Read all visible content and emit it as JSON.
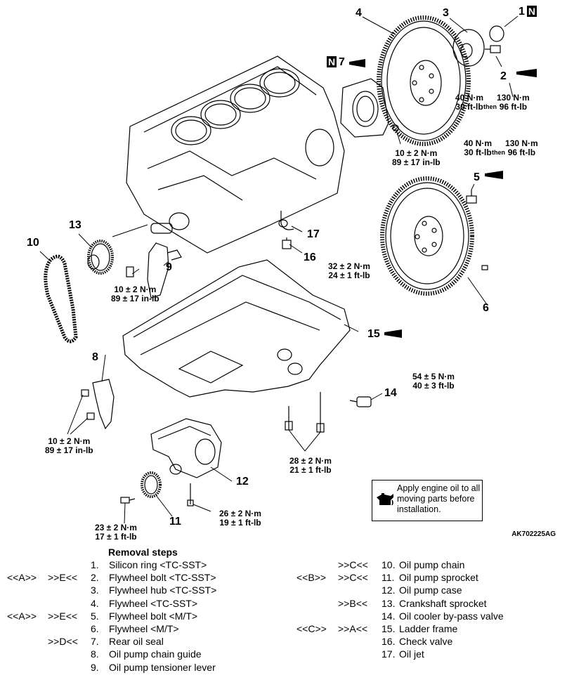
{
  "parts": [
    {
      "no": "1",
      "new": true
    },
    {
      "no": "2"
    },
    {
      "no": "3"
    },
    {
      "no": "4"
    },
    {
      "no": "5"
    },
    {
      "no": "6"
    },
    {
      "no": "7",
      "new": true
    },
    {
      "no": "8"
    },
    {
      "no": "9"
    },
    {
      "no": "10"
    },
    {
      "no": "11"
    },
    {
      "no": "12"
    },
    {
      "no": "13"
    },
    {
      "no": "14"
    },
    {
      "no": "15"
    },
    {
      "no": "16"
    },
    {
      "no": "17"
    }
  ],
  "new_mark": "N",
  "torques": {
    "t2_a": [
      "40 N·m",
      "30 ft-lb"
    ],
    "t2_then": "then",
    "t2_b": [
      "130 N·m",
      "96 ft-lb"
    ],
    "t5_a": [
      "40 N·m",
      "30 ft-lb"
    ],
    "t5_then": "then",
    "t5_b": [
      "130 N·m",
      "96 ft-lb"
    ],
    "t7": [
      "10 ± 2 N·m",
      "89 ± 17 in-lb"
    ],
    "t9": [
      "10 ± 2 N·m",
      "89 ± 17 in-lb"
    ],
    "t16": [
      "32 ± 2 N·m",
      "24 ± 1 ft-lb"
    ],
    "t8": [
      "10 ± 2 N·m",
      "89 ± 17 in-lb"
    ],
    "t14": [
      "54 ± 5 N·m",
      "40 ± 3 ft-lb"
    ],
    "t15": [
      "28 ± 2 N·m",
      "21 ± 1 ft-lb"
    ],
    "t12": [
      "26 ± 2 N·m",
      "19 ± 1 ft-lb"
    ],
    "t11": [
      "23 ± 2 N·m",
      "17 ± 1 ft-lb"
    ]
  },
  "note": "Apply engine oil to all moving parts before installation.",
  "figure_id": "AK702225AG",
  "removal": {
    "title": "Removal steps",
    "left": [
      {
        "a": "",
        "b": "",
        "n": "1.",
        "t": "Silicon ring <TC-SST>"
      },
      {
        "a": "<<A>>",
        "b": ">>E<<",
        "n": "2.",
        "t": "Flywheel bolt <TC-SST>"
      },
      {
        "a": "",
        "b": "",
        "n": "3.",
        "t": "Flywheel hub <TC-SST>"
      },
      {
        "a": "",
        "b": "",
        "n": "4.",
        "t": "Flywheel <TC-SST>"
      },
      {
        "a": "<<A>>",
        "b": ">>E<<",
        "n": "5.",
        "t": "Flywheel bolt <M/T>"
      },
      {
        "a": "",
        "b": "",
        "n": "6.",
        "t": "Flywheel <M/T>"
      },
      {
        "a": "",
        "b": ">>D<<",
        "n": "7.",
        "t": "Rear oil seal"
      },
      {
        "a": "",
        "b": "",
        "n": "8.",
        "t": "Oil pump chain guide"
      },
      {
        "a": "",
        "b": "",
        "n": "9.",
        "t": "Oil pump tensioner lever"
      }
    ],
    "right": [
      {
        "a": "",
        "b": ">>C<<",
        "n": "10.",
        "t": "Oil pump chain"
      },
      {
        "a": "<<B>>",
        "b": ">>C<<",
        "n": "11.",
        "t": "Oil pump sprocket"
      },
      {
        "a": "",
        "b": "",
        "n": "12.",
        "t": "Oil pump case"
      },
      {
        "a": "",
        "b": ">>B<<",
        "n": "13.",
        "t": "Crankshaft sprocket"
      },
      {
        "a": "",
        "b": "",
        "n": "14.",
        "t": "Oil cooler by-pass valve"
      },
      {
        "a": "<<C>>",
        "b": ">>A<<",
        "n": "15.",
        "t": "Ladder frame"
      },
      {
        "a": "",
        "b": "",
        "n": "16.",
        "t": "Check valve"
      },
      {
        "a": "",
        "b": "",
        "n": "17.",
        "t": "Oil jet"
      }
    ]
  }
}
